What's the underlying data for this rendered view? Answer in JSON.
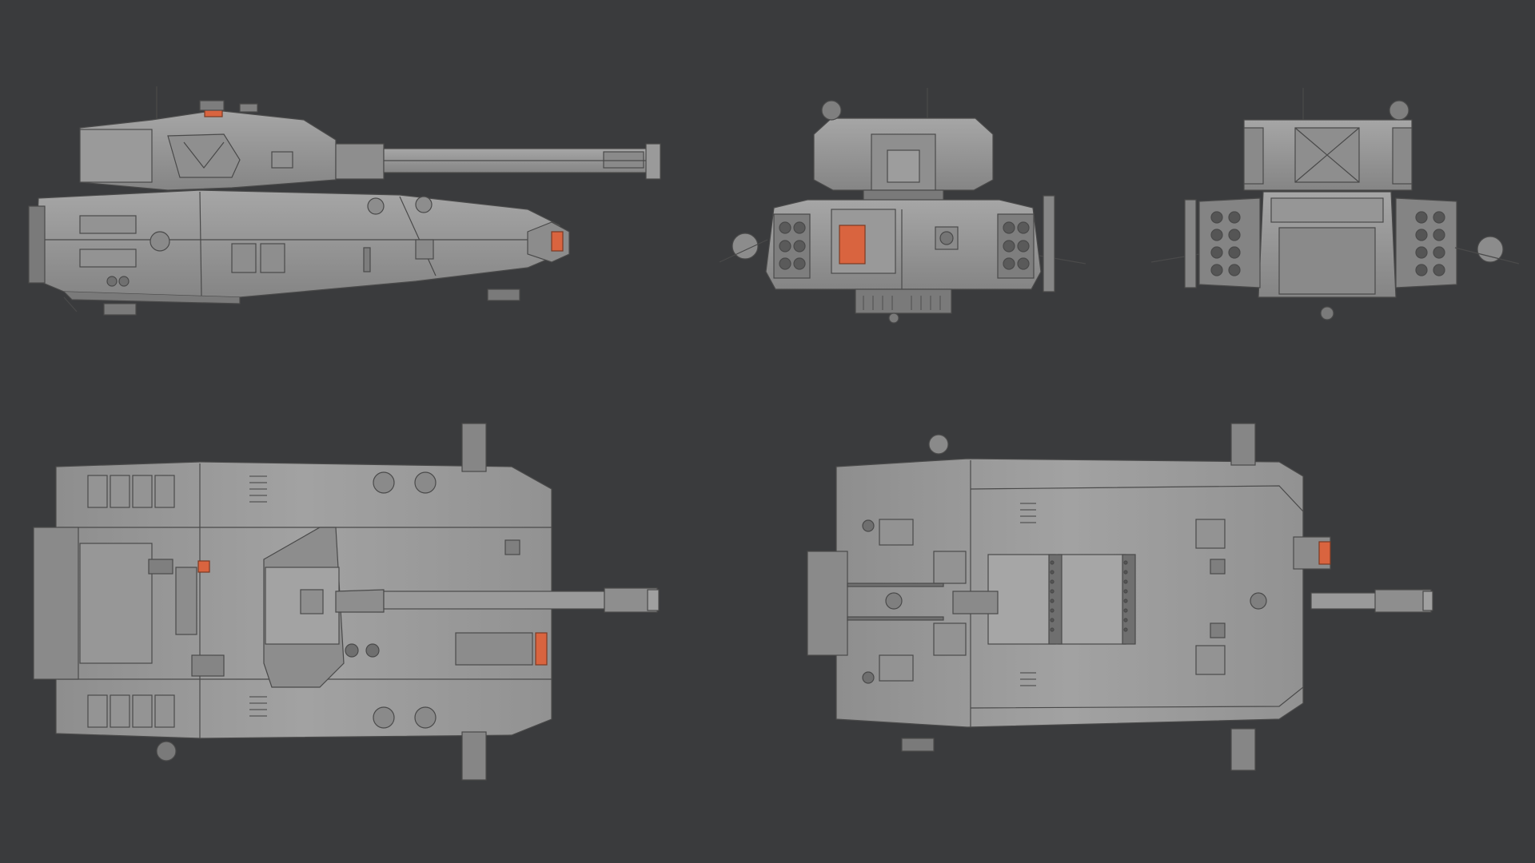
{
  "canvas": {
    "background": "#3a3b3d"
  },
  "palette": {
    "hull_light": "#9c9c9c",
    "hull_mid": "#8a8a8a",
    "hull_dark": "#6e6e6e",
    "panel_line": "#4a4a4a",
    "accent_orange": "#d9643f"
  },
  "views": [
    {
      "name": "side-view",
      "icon": "tank-side-view-icon"
    },
    {
      "name": "front-view",
      "icon": "tank-front-view-icon"
    },
    {
      "name": "rear-view",
      "icon": "tank-rear-view-icon"
    },
    {
      "name": "top-view",
      "icon": "tank-top-view-icon"
    },
    {
      "name": "bottom-view",
      "icon": "tank-bottom-view-icon"
    }
  ]
}
